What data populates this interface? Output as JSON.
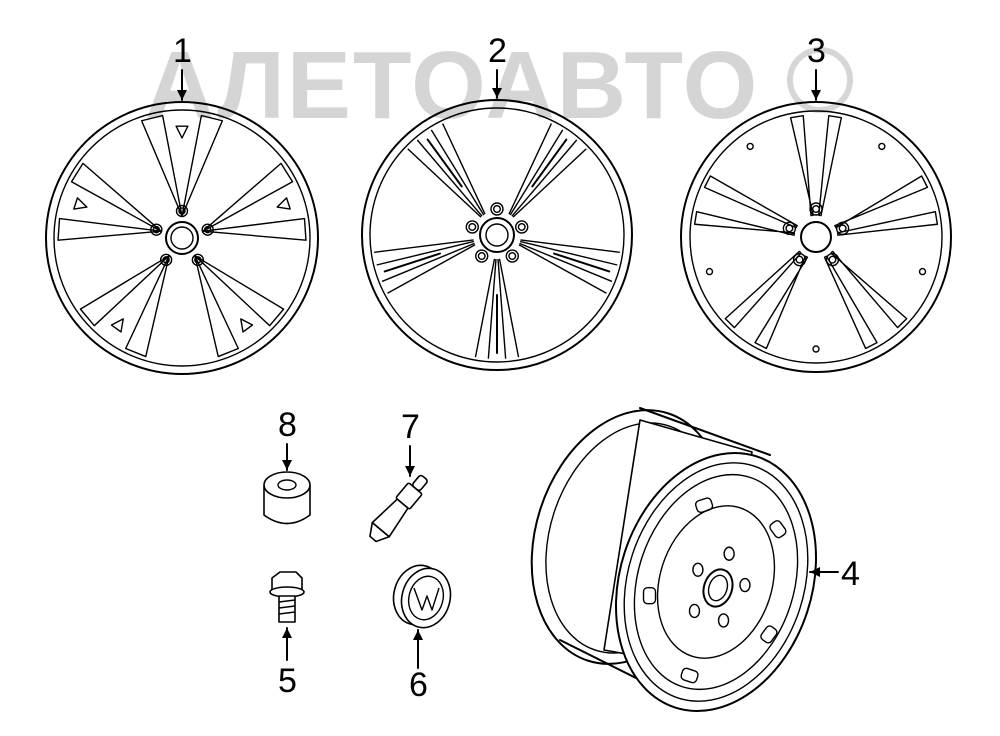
{
  "watermark": {
    "text": "АЛЕТОАВТО",
    "brand": "ALETO AVTO"
  },
  "callouts": [
    {
      "id": "1",
      "label": "1",
      "part": "alloy-wheel-v-spoke"
    },
    {
      "id": "2",
      "label": "2",
      "part": "alloy-wheel-split-spoke"
    },
    {
      "id": "3",
      "label": "3",
      "part": "alloy-wheel-twin-spoke"
    },
    {
      "id": "4",
      "label": "4",
      "part": "steel-spare-wheel"
    },
    {
      "id": "5",
      "label": "5",
      "part": "wheel-bolt"
    },
    {
      "id": "6",
      "label": "6",
      "part": "center-cap"
    },
    {
      "id": "7",
      "label": "7",
      "part": "tire-valve"
    },
    {
      "id": "8",
      "label": "8",
      "part": "balance-weight"
    }
  ],
  "colors": {
    "line": "#000000",
    "background": "#ffffff",
    "watermark": "#c8c8c8"
  }
}
